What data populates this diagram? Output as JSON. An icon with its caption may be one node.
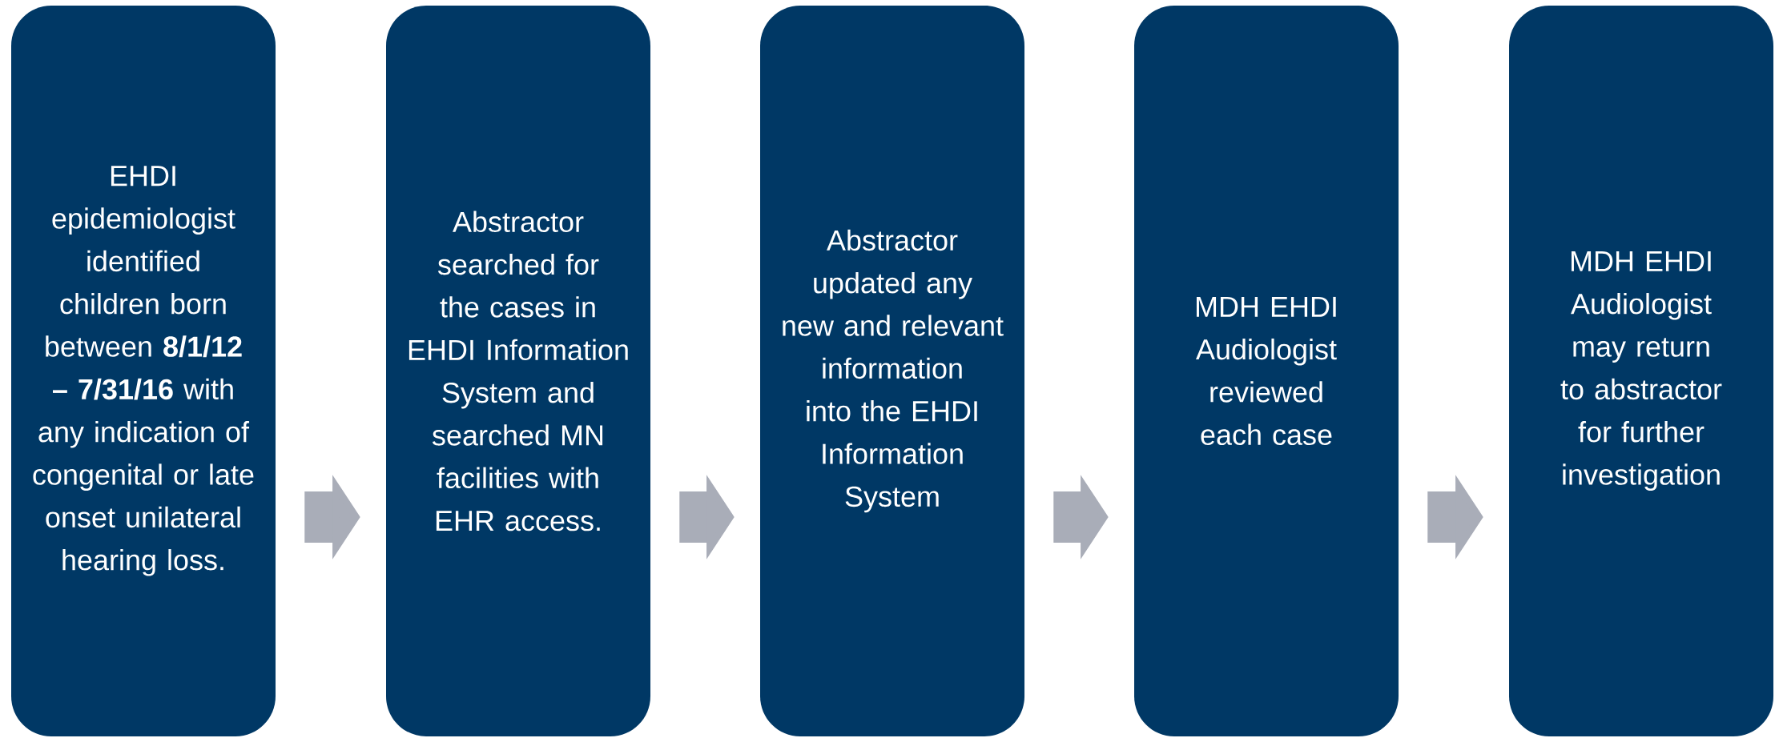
{
  "diagram": {
    "nodes": [
      {
        "text": [
          "EHDI epidemiologist identified children born between **8/1/12 – 7/31/16** with any indication of congenital or late onset unilateral hearing loss."
        ]
      },
      {
        "text": [
          "Abstractor searched for the cases in EHDI Information System and searched MN facilities with EHR access."
        ]
      },
      {
        "text": [
          "Abstractor updated any new and relevant information into the EHDI Information System"
        ]
      },
      {
        "text": [
          "MDH EHDI Audiologist reviewed each case"
        ]
      },
      {
        "text": [
          "MDH EHDI Audiologist may return to abstractor for further investigation"
        ]
      }
    ],
    "edges": [
      {
        "from": 0,
        "to": 1,
        "arrow": "to"
      },
      {
        "from": 1,
        "to": 2,
        "arrow": "to"
      },
      {
        "from": 2,
        "to": 3,
        "arrow": "to"
      },
      {
        "from": 3,
        "to": 4,
        "arrow": "to"
      }
    ]
  }
}
